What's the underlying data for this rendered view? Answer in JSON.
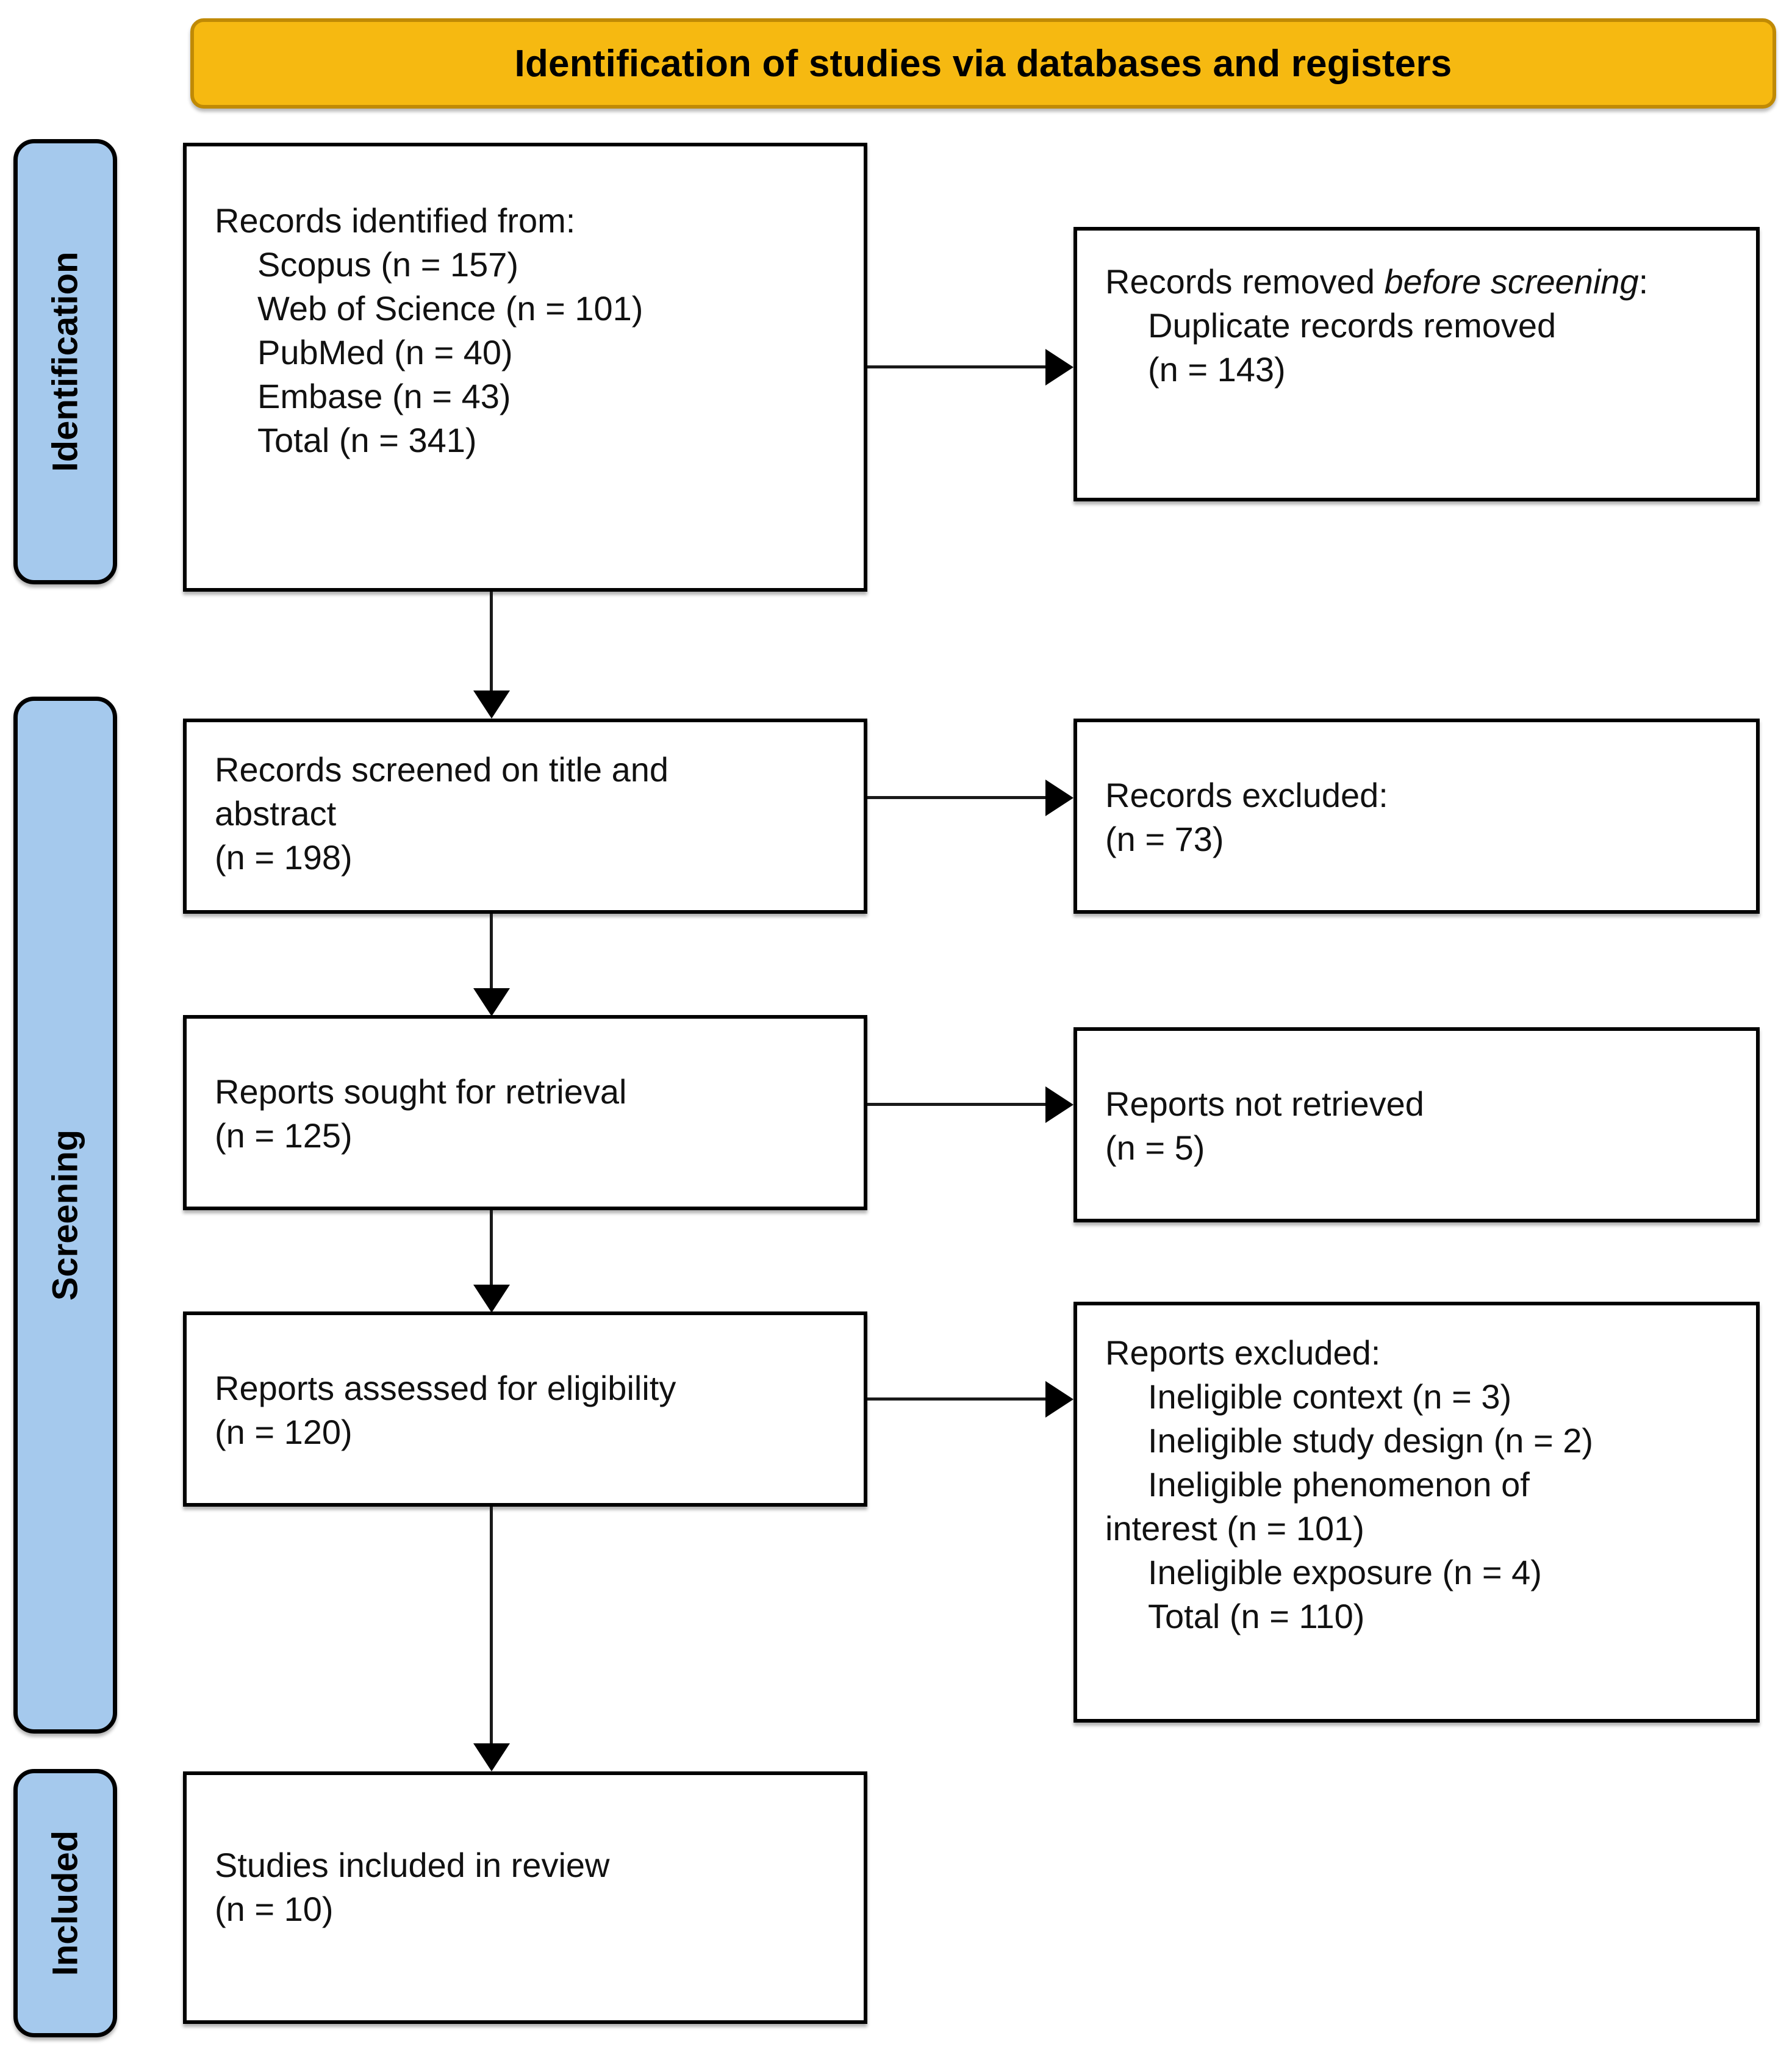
{
  "banner": {
    "title": "Identification of studies via databases and registers",
    "fill_color": "#F6B911",
    "border_color": "#C08A05"
  },
  "phases": [
    {
      "key": "identification",
      "label": "Identification",
      "fill_color": "#A5C9ED"
    },
    {
      "key": "screening",
      "label": "Screening",
      "fill_color": "#A5C9ED"
    },
    {
      "key": "included",
      "label": "Included",
      "fill_color": "#A5C9ED"
    }
  ],
  "boxes": {
    "records_identified": {
      "heading": "Records identified from:",
      "items": [
        "Scopus (n = 157)",
        "Web of Science (n = 101)",
        "PubMed (n = 40)",
        "Embase (n = 43)",
        "Total (n = 341)"
      ]
    },
    "records_removed": {
      "heading_pre": "Records removed ",
      "heading_italic": "before screening",
      "heading_post": ":",
      "items": [
        "Duplicate records removed",
        "(n = 143)"
      ]
    },
    "records_screened": {
      "line1": "Records screened on title and",
      "line2": "abstract",
      "line3": "(n = 198)"
    },
    "records_excluded": {
      "line1": "Records excluded:",
      "line2": "(n = 73)"
    },
    "reports_sought": {
      "line1": "Reports sought for retrieval",
      "line2": "(n = 125)"
    },
    "reports_not_retrieved": {
      "line1": "Reports not retrieved",
      "line2": "(n = 5)"
    },
    "reports_assessed": {
      "line1": "Reports assessed for eligibility",
      "line2": "(n = 120)"
    },
    "reports_excluded": {
      "heading": "Reports excluded:",
      "items": [
        "Ineligible context (n = 3)",
        "Ineligible study design (n = 2)",
        "Ineligible phenomenon of",
        "interest (n = 101)",
        "Ineligible exposure (n = 4)",
        "Total (n = 110)"
      ]
    },
    "studies_included": {
      "line1": "Studies included in review",
      "line2": "(n = 10)"
    }
  },
  "chart_data": {
    "type": "diagram",
    "title": "Identification of studies via databases and registers",
    "phases": [
      "Identification",
      "Screening",
      "Included"
    ],
    "nodes": [
      {
        "id": "records_identified",
        "phase": "Identification",
        "label": "Records identified from",
        "n": 341,
        "breakdown": {
          "Scopus": 157,
          "Web of Science": 101,
          "PubMed": 40,
          "Embase": 43
        }
      },
      {
        "id": "records_removed",
        "phase": "Identification",
        "label": "Records removed before screening: Duplicate records removed",
        "n": 143
      },
      {
        "id": "records_screened",
        "phase": "Screening",
        "label": "Records screened on title and abstract",
        "n": 198
      },
      {
        "id": "records_excluded",
        "phase": "Screening",
        "label": "Records excluded",
        "n": 73
      },
      {
        "id": "reports_sought",
        "phase": "Screening",
        "label": "Reports sought for retrieval",
        "n": 125
      },
      {
        "id": "reports_not_retrieved",
        "phase": "Screening",
        "label": "Reports not retrieved",
        "n": 5
      },
      {
        "id": "reports_assessed",
        "phase": "Screening",
        "label": "Reports assessed for eligibility",
        "n": 120
      },
      {
        "id": "reports_excluded",
        "phase": "Screening",
        "label": "Reports excluded",
        "n": 110,
        "breakdown": {
          "Ineligible context": 3,
          "Ineligible study design": 2,
          "Ineligible phenomenon of interest": 101,
          "Ineligible exposure": 4
        }
      },
      {
        "id": "studies_included",
        "phase": "Included",
        "label": "Studies included in review",
        "n": 10
      }
    ],
    "edges": [
      {
        "from": "records_identified",
        "to": "records_removed",
        "direction": "right"
      },
      {
        "from": "records_identified",
        "to": "records_screened",
        "direction": "down"
      },
      {
        "from": "records_screened",
        "to": "records_excluded",
        "direction": "right"
      },
      {
        "from": "records_screened",
        "to": "reports_sought",
        "direction": "down"
      },
      {
        "from": "reports_sought",
        "to": "reports_not_retrieved",
        "direction": "right"
      },
      {
        "from": "reports_sought",
        "to": "reports_assessed",
        "direction": "down"
      },
      {
        "from": "reports_assessed",
        "to": "reports_excluded",
        "direction": "right"
      },
      {
        "from": "reports_assessed",
        "to": "studies_included",
        "direction": "down"
      }
    ]
  }
}
